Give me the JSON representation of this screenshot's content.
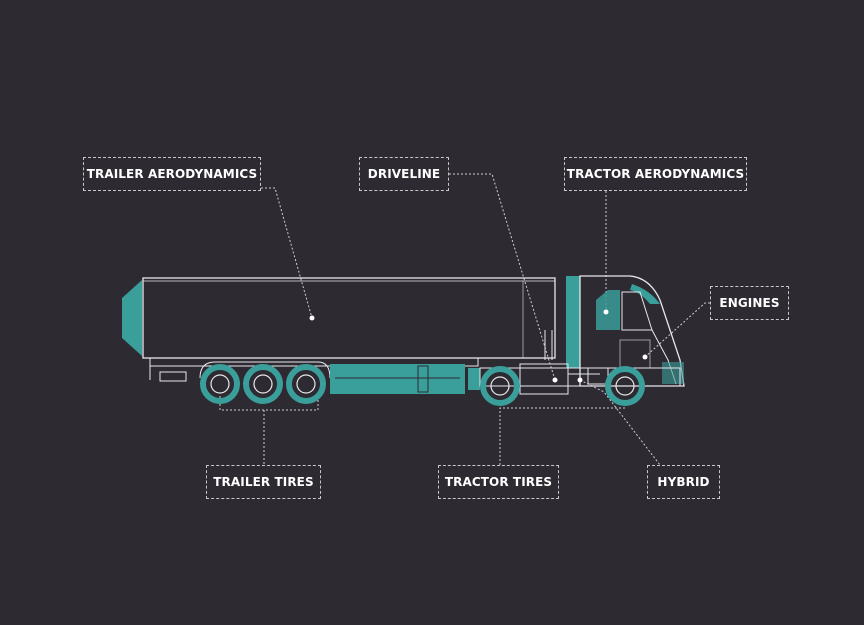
{
  "colors": {
    "background": "#2d2a32",
    "outline": "#e8e8ec",
    "accent_teal": "#3a9e9a",
    "label_text": "#ffffff",
    "leader_line": "#d0cdd4"
  },
  "labels": {
    "trailer_aerodynamics": "TRAILER AERODYNAMICS",
    "driveline": "DRIVELINE",
    "tractor_aerodynamics": "TRACTOR AERODYNAMICS",
    "engines": "ENGINES",
    "trailer_tires": "TRAILER TIRES",
    "tractor_tires": "TRACTOR TIRES",
    "hybrid": "HYBRID"
  }
}
